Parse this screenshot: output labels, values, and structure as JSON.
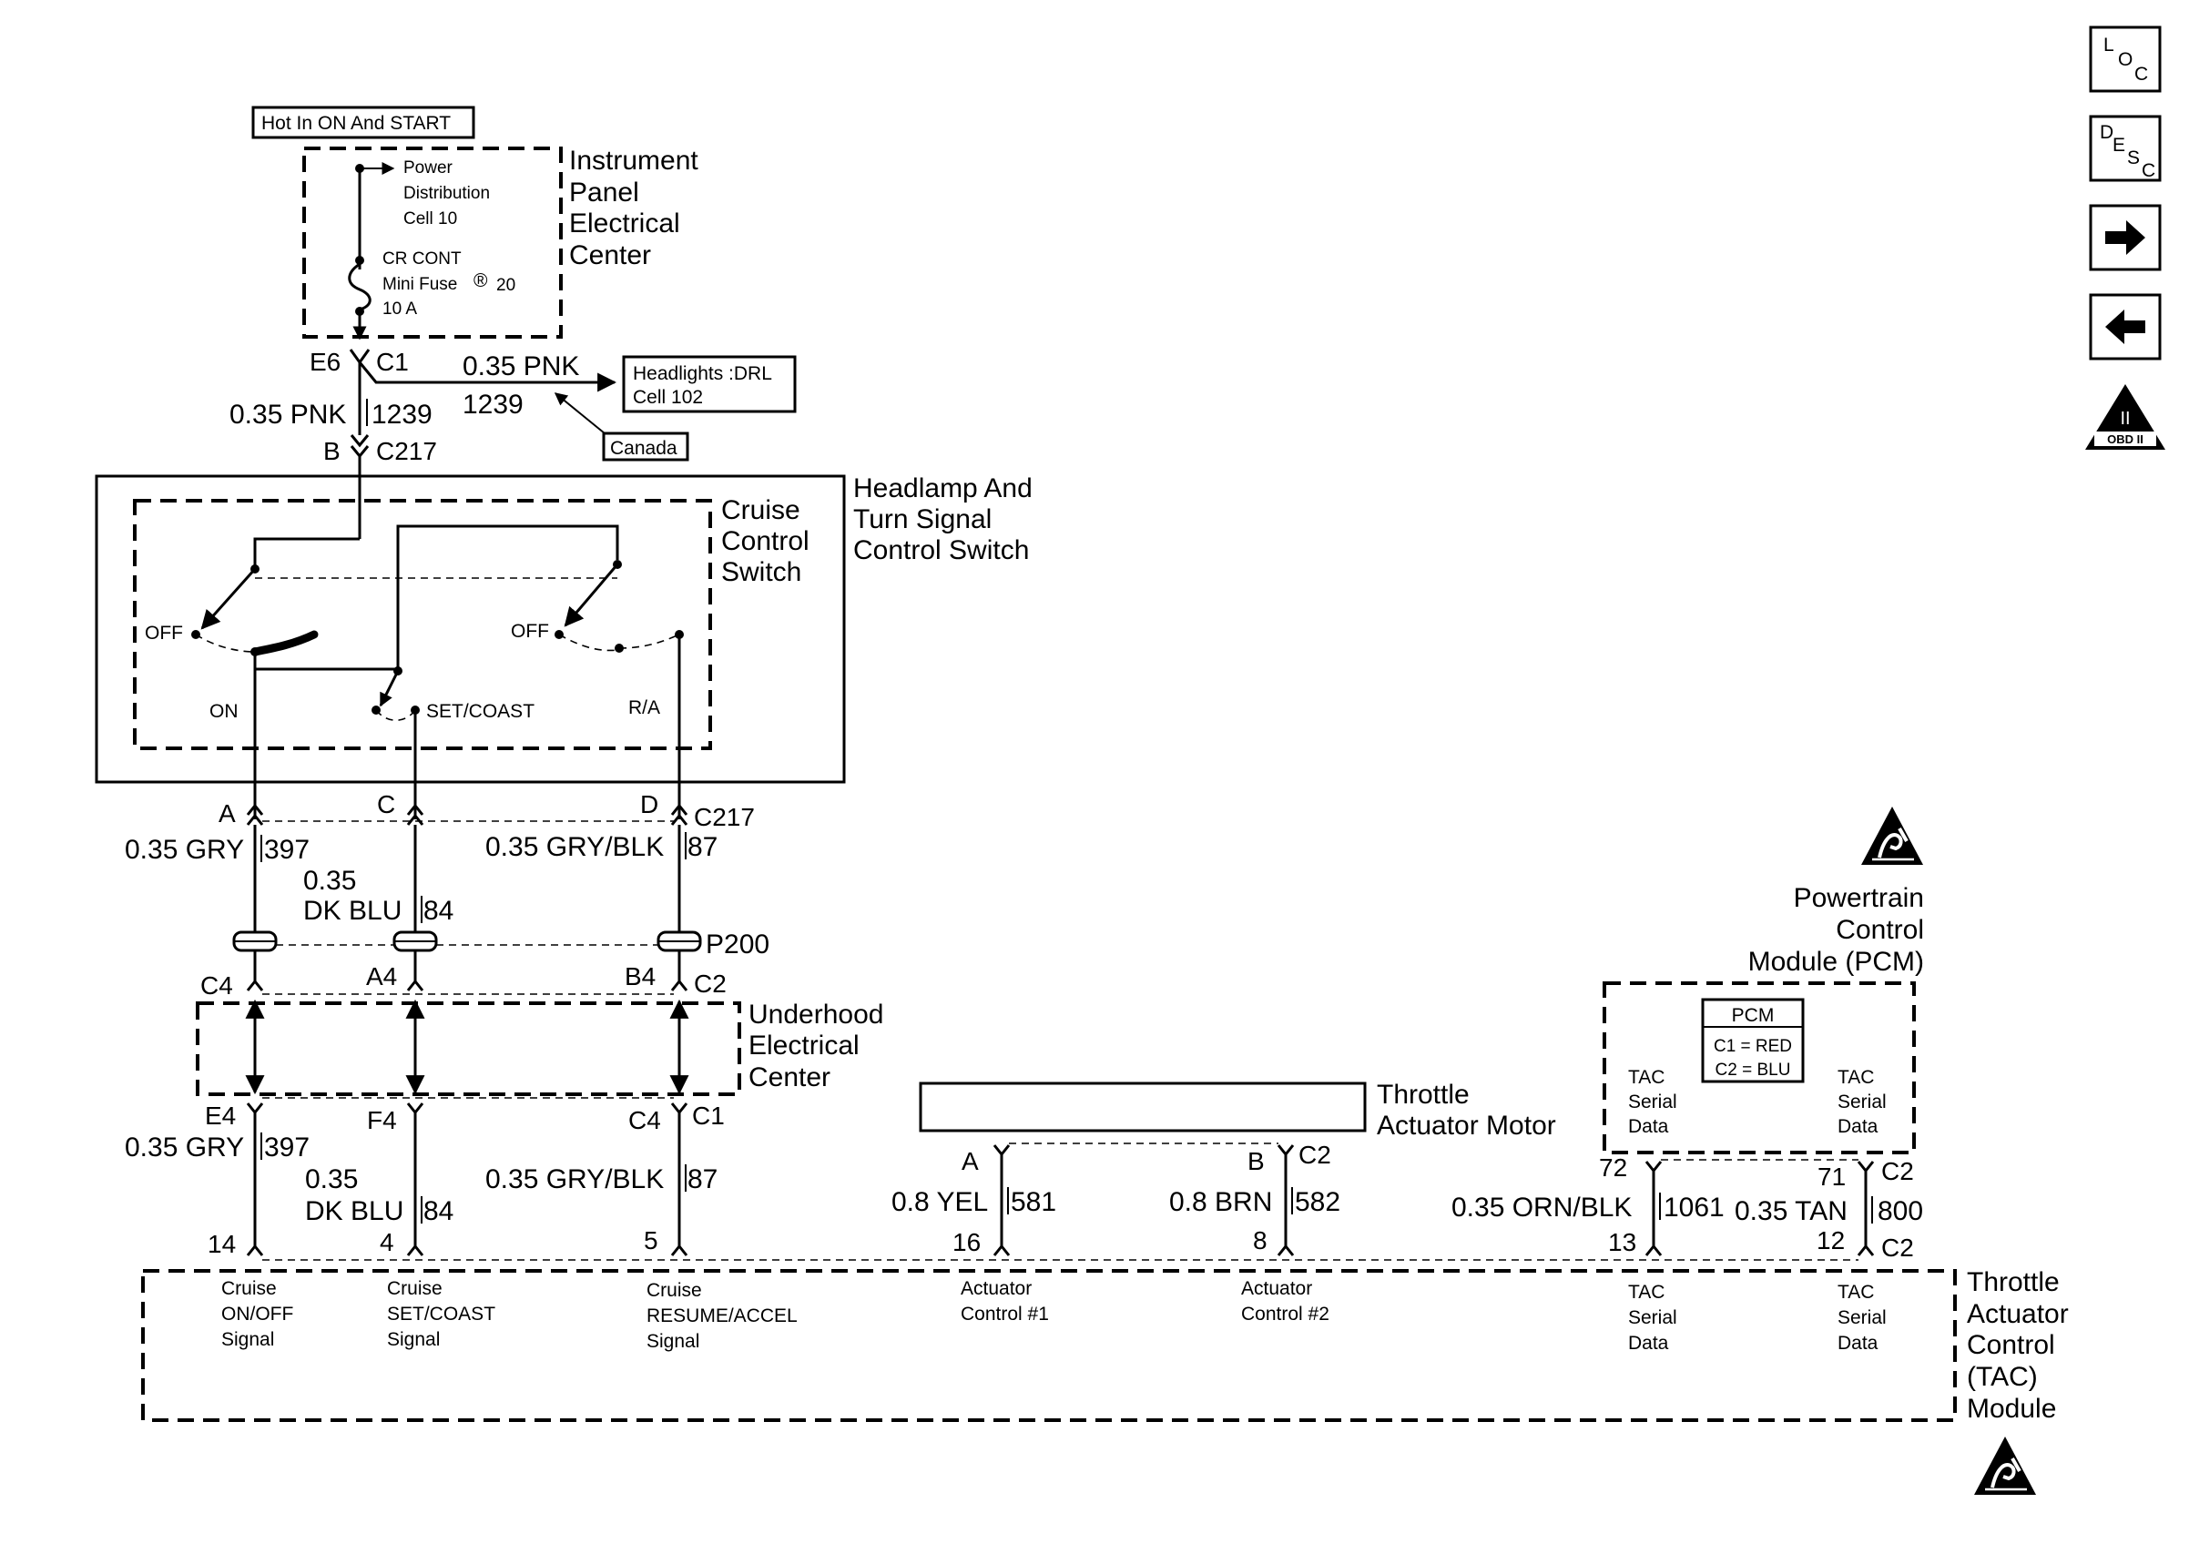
{
  "top": {
    "hot_label": "Hot In ON And START",
    "ipec_title": [
      "Instrument",
      "Panel",
      "Electrical",
      "Center"
    ],
    "power_dist": [
      "Power",
      "Distribution",
      "Cell 10"
    ],
    "fuse": [
      "CR CONT",
      "Mini Fuse",
      "20",
      "10 A"
    ],
    "fuse_reg": "®",
    "conn_e6": "E6",
    "conn_c1": "C1",
    "branch_wire": "0.35 PNK",
    "branch_circuit": "1239",
    "headlights_ref": [
      "Headlights :DRL",
      "Cell 102"
    ],
    "canada": "Canada",
    "wire_pnk": "0.35 PNK",
    "circuit_1239": "1239",
    "conn_b": "B",
    "conn_c217": "C217"
  },
  "switch": {
    "outer_title": [
      "Headlamp And",
      "Turn Signal",
      "Control Switch"
    ],
    "inner_title": [
      "Cruise",
      "Control",
      "Switch"
    ],
    "off_left": "OFF",
    "off_right": "OFF",
    "on": "ON",
    "set_coast": "SET/COAST",
    "ra": "R/A"
  },
  "c217_lower": {
    "pin_a": "A",
    "pin_c": "C",
    "pin_d": "D",
    "name": "C217",
    "wire_a": "0.35 GRY",
    "circ_a": "397",
    "wire_c_1": "0.35",
    "wire_c_2": "DK BLU",
    "circ_c": "84",
    "wire_d": "0.35 GRY/BLK",
    "circ_d": "87"
  },
  "p200": {
    "name": "P200"
  },
  "uec": {
    "title": [
      "Underhood",
      "Electrical",
      "Center"
    ],
    "top_pins": [
      "C4",
      "A4",
      "B4"
    ],
    "top_conn": "C2",
    "bottom_pins": [
      "E4",
      "F4",
      "C4"
    ],
    "bottom_conn": "C1",
    "wire_a": "0.35 GRY",
    "circ_a": "397",
    "wire_c_1": "0.35",
    "wire_c_2": "DK BLU",
    "circ_c": "84",
    "wire_d": "0.35 GRY/BLK",
    "circ_d": "87"
  },
  "motor": {
    "title": [
      "Throttle",
      "Actuator Motor"
    ],
    "pin_a": "A",
    "pin_b": "B",
    "conn": "C2",
    "wire_a": "0.8 YEL",
    "circ_a": "581",
    "wire_b": "0.8 BRN",
    "circ_b": "582"
  },
  "pcm": {
    "title": [
      "Powertrain",
      "Control",
      "Module (PCM)"
    ],
    "legend_title": "PCM",
    "legend_lines": [
      "C1 = RED",
      "C2 = BLU"
    ],
    "tac_left": [
      "TAC",
      "Serial",
      "Data"
    ],
    "tac_right": [
      "TAC",
      "Serial",
      "Data"
    ],
    "pin_72": "72",
    "pin_71": "71",
    "conn": "C2",
    "wire_1": "0.35 ORN/BLK",
    "circ_1": "1061",
    "wire_2": "0.35 TAN",
    "circ_2": "800"
  },
  "tac": {
    "title": [
      "Throttle",
      "Actuator",
      "Control",
      "(TAC)",
      "Module"
    ],
    "pins": [
      "14",
      "4",
      "5",
      "16",
      "8",
      "13",
      "12"
    ],
    "conn": "C2",
    "labels": [
      [
        "Cruise",
        "ON/OFF",
        "Signal"
      ],
      [
        "Cruise",
        "SET/COAST",
        "Signal"
      ],
      [
        "Cruise",
        "RESUME/ACCEL",
        "Signal"
      ],
      [
        "Actuator",
        "Control #1"
      ],
      [
        "Actuator",
        "Control #2"
      ],
      [
        "TAC",
        "Serial",
        "Data"
      ],
      [
        "TAC",
        "Serial",
        "Data"
      ]
    ]
  },
  "nav": {
    "loc": [
      "L",
      "O",
      "C"
    ],
    "desc": [
      "D",
      "E",
      "S",
      "C"
    ],
    "next_icon": "arrow-right-icon",
    "prev_icon": "arrow-left-icon",
    "obd_label": "OBD II",
    "obd_numeral": "II"
  }
}
